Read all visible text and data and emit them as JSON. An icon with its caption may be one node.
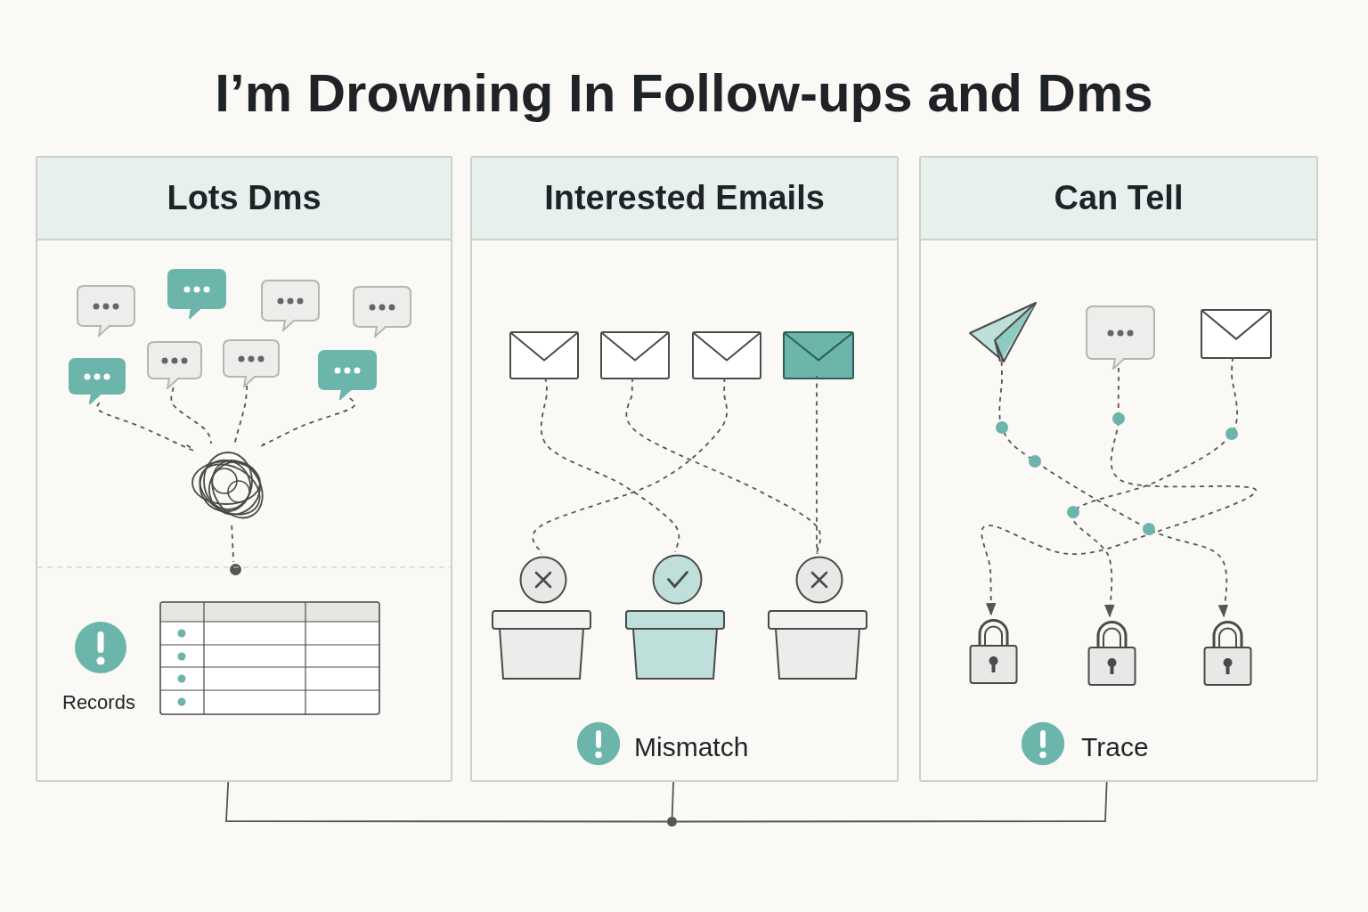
{
  "diagram": {
    "title": "I’m Drowning In Follow-ups and Dms",
    "nodes": [
      {
        "text": [
          "Lots Dms"
        ]
      },
      {
        "text": [],
        "shape": "bubble",
        "in": 0
      },
      {
        "text": [],
        "shape": "bubble",
        "in": 0
      },
      {
        "text": [],
        "shape": "bubble",
        "in": 0
      },
      {
        "text": [],
        "shape": "bubble",
        "in": 0
      },
      {
        "text": [],
        "shape": "bubble",
        "in": 0
      },
      {
        "text": [],
        "shape": "bubble",
        "in": 0
      },
      {
        "text": [],
        "shape": "bubble",
        "in": 0
      },
      {
        "text": [],
        "shape": "bubble",
        "in": 0
      },
      {
        "text": [],
        "shape": "tangle",
        "in": 0
      },
      {
        "text": [],
        "shape": "circle",
        "in": 0
      },
      {
        "text": [
          "Interested Emails"
        ]
      },
      {
        "text": [],
        "shape": "envelope",
        "in": 11
      },
      {
        "text": [],
        "shape": "envelope",
        "in": 11
      },
      {
        "text": [],
        "shape": "envelope",
        "in": 11
      },
      {
        "text": [],
        "shape": "envelope",
        "in": 11
      },
      {
        "text": [],
        "shape": "circle",
        "in": 11
      },
      {
        "text": [],
        "shape": "circle",
        "in": 11
      },
      {
        "text": [],
        "shape": "circle",
        "in": 11
      },
      {
        "text": [
          "Can Tell"
        ]
      },
      {
        "text": [],
        "shape": "plane",
        "in": 19
      },
      {
        "text": [],
        "shape": "bubble",
        "in": 19
      },
      {
        "text": [],
        "shape": "envelope",
        "in": 19
      },
      {
        "text": [],
        "shape": "lock",
        "in": 19
      },
      {
        "text": [],
        "shape": "lock",
        "in": 19
      },
      {
        "text": [],
        "shape": "lock",
        "in": 19
      },
      {
        "text": [],
        "shape": "circle"
      }
    ],
    "edges": [
      {
        "from": 1,
        "to": 9,
        "arrow": "none",
        "style": "dashed"
      },
      {
        "from": 3,
        "to": 9,
        "arrow": "none",
        "style": "dashed"
      },
      {
        "from": 5,
        "to": 9,
        "arrow": "none",
        "style": "dashed"
      },
      {
        "from": 7,
        "to": 9,
        "arrow": "none",
        "style": "dashed"
      },
      {
        "from": 9,
        "to": 10,
        "arrow": "none",
        "style": "dashed"
      },
      {
        "from": 12,
        "to": 17,
        "arrow": "none",
        "style": "dashed"
      },
      {
        "from": 13,
        "to": 18,
        "arrow": "none",
        "style": "dashed"
      },
      {
        "from": 14,
        "to": 16,
        "arrow": "none",
        "style": "dashed"
      },
      {
        "from": 15,
        "to": 18,
        "arrow": "none",
        "style": "dashed"
      },
      {
        "from": 20,
        "to": 25,
        "arrow": "to",
        "style": "dashed"
      },
      {
        "from": 21,
        "to": 23,
        "arrow": "to",
        "style": "dashed"
      },
      {
        "from": 22,
        "to": 24,
        "arrow": "to",
        "style": "dashed"
      },
      {
        "from": 0,
        "to": 26,
        "arrow": "none"
      },
      {
        "from": 11,
        "to": 26,
        "arrow": "none"
      },
      {
        "from": 19,
        "to": 26,
        "arrow": "none"
      }
    ],
    "labels": [
      "Records",
      "Mismatch",
      "Trace"
    ]
  }
}
